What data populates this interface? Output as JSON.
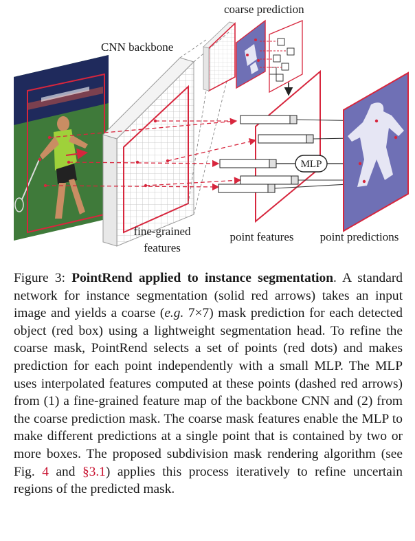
{
  "figure": {
    "labels": {
      "coarse_prediction": "coarse prediction",
      "cnn_backbone": "CNN backbone",
      "fine_grained_line1": "fine-grained",
      "fine_grained_line2": "features",
      "point_features": "point features",
      "point_predictions": "point predictions",
      "mlp": "MLP"
    },
    "colors": {
      "accent_red": "#d7263d",
      "mask_background": "#6f70b5",
      "mask_foreground": "#e6e6f4",
      "grid_gray": "#b9b9b9",
      "court_green": "#3f7a3a",
      "banner_navy": "#1f2a5c"
    },
    "icons": [
      "tennis-player-photo",
      "coarse-mask-icon",
      "point-prediction-mask"
    ]
  },
  "caption": {
    "figure_label": "Figure 3:",
    "bold_title": "PointRend applied to instance segmentation",
    "text_1": ". A standard network for instance segmentation (solid red arrows) takes an input image and yields a coarse (",
    "eg": "e.g.",
    "text_2": " 7×7) mask prediction for each detected object (red box) using a lightweight segmentation head. To refine the coarse mask, PointRend selects a set of points (red dots) and makes prediction for each point independently with a small MLP. The MLP uses interpolated features computed at these points (dashed red arrows) from (1) a fine-grained feature map of the backbone CNN and (2) from the coarse prediction mask. The coarse mask features enable the MLP to make different predictions at a single point that is contained by two or more boxes. The proposed subdivision mask rendering algorithm (see Fig. ",
    "ref_fig": "4",
    "text_3": " and ",
    "ref_sec": "§3.1",
    "text_4": ") applies this process iteratively to refine uncertain regions of the predicted mask."
  }
}
